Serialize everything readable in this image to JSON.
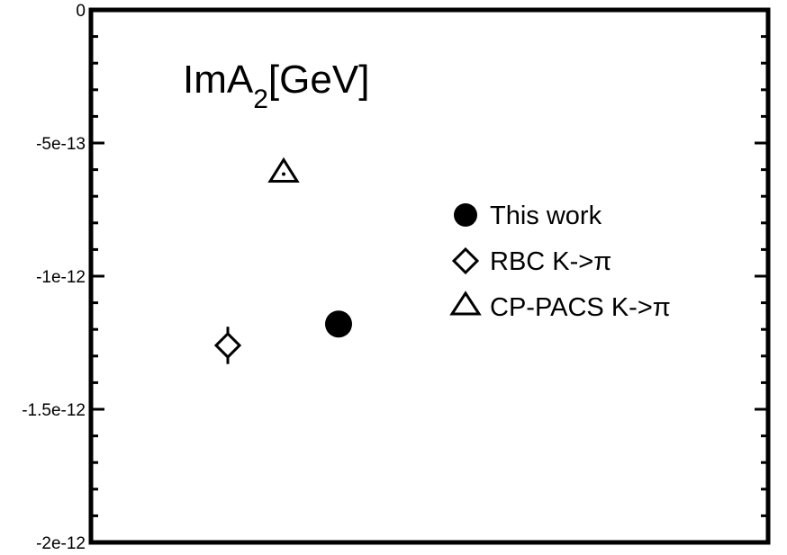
{
  "chart_data": {
    "type": "scatter",
    "title_main": "ImA",
    "title_sub": "2",
    "title_unit": "[GeV]",
    "ylim": [
      -2e-12,
      0
    ],
    "yticks": [
      {
        "value": 0,
        "label": "0"
      },
      {
        "value": -5e-13,
        "label": "-5e-13"
      },
      {
        "value": -1e-12,
        "label": "-1e-12"
      },
      {
        "value": -1.5e-12,
        "label": "-1.5e-12"
      },
      {
        "value": -2e-12,
        "label": "-2e-12"
      }
    ],
    "grid": false,
    "legend_position": "right",
    "series": [
      {
        "name": "This work",
        "marker": "filled-circle",
        "x": 2,
        "y": -1.18e-12,
        "yerr": 2e-14
      },
      {
        "name": "RBC K->π",
        "marker": "open-diamond",
        "x": 0,
        "y": -1.26e-12,
        "yerr": 7e-14
      },
      {
        "name": "CP-PACS K->π",
        "marker": "open-triangle",
        "x": 1,
        "y": -6.1e-13,
        "yerr": 5e-15
      }
    ]
  }
}
